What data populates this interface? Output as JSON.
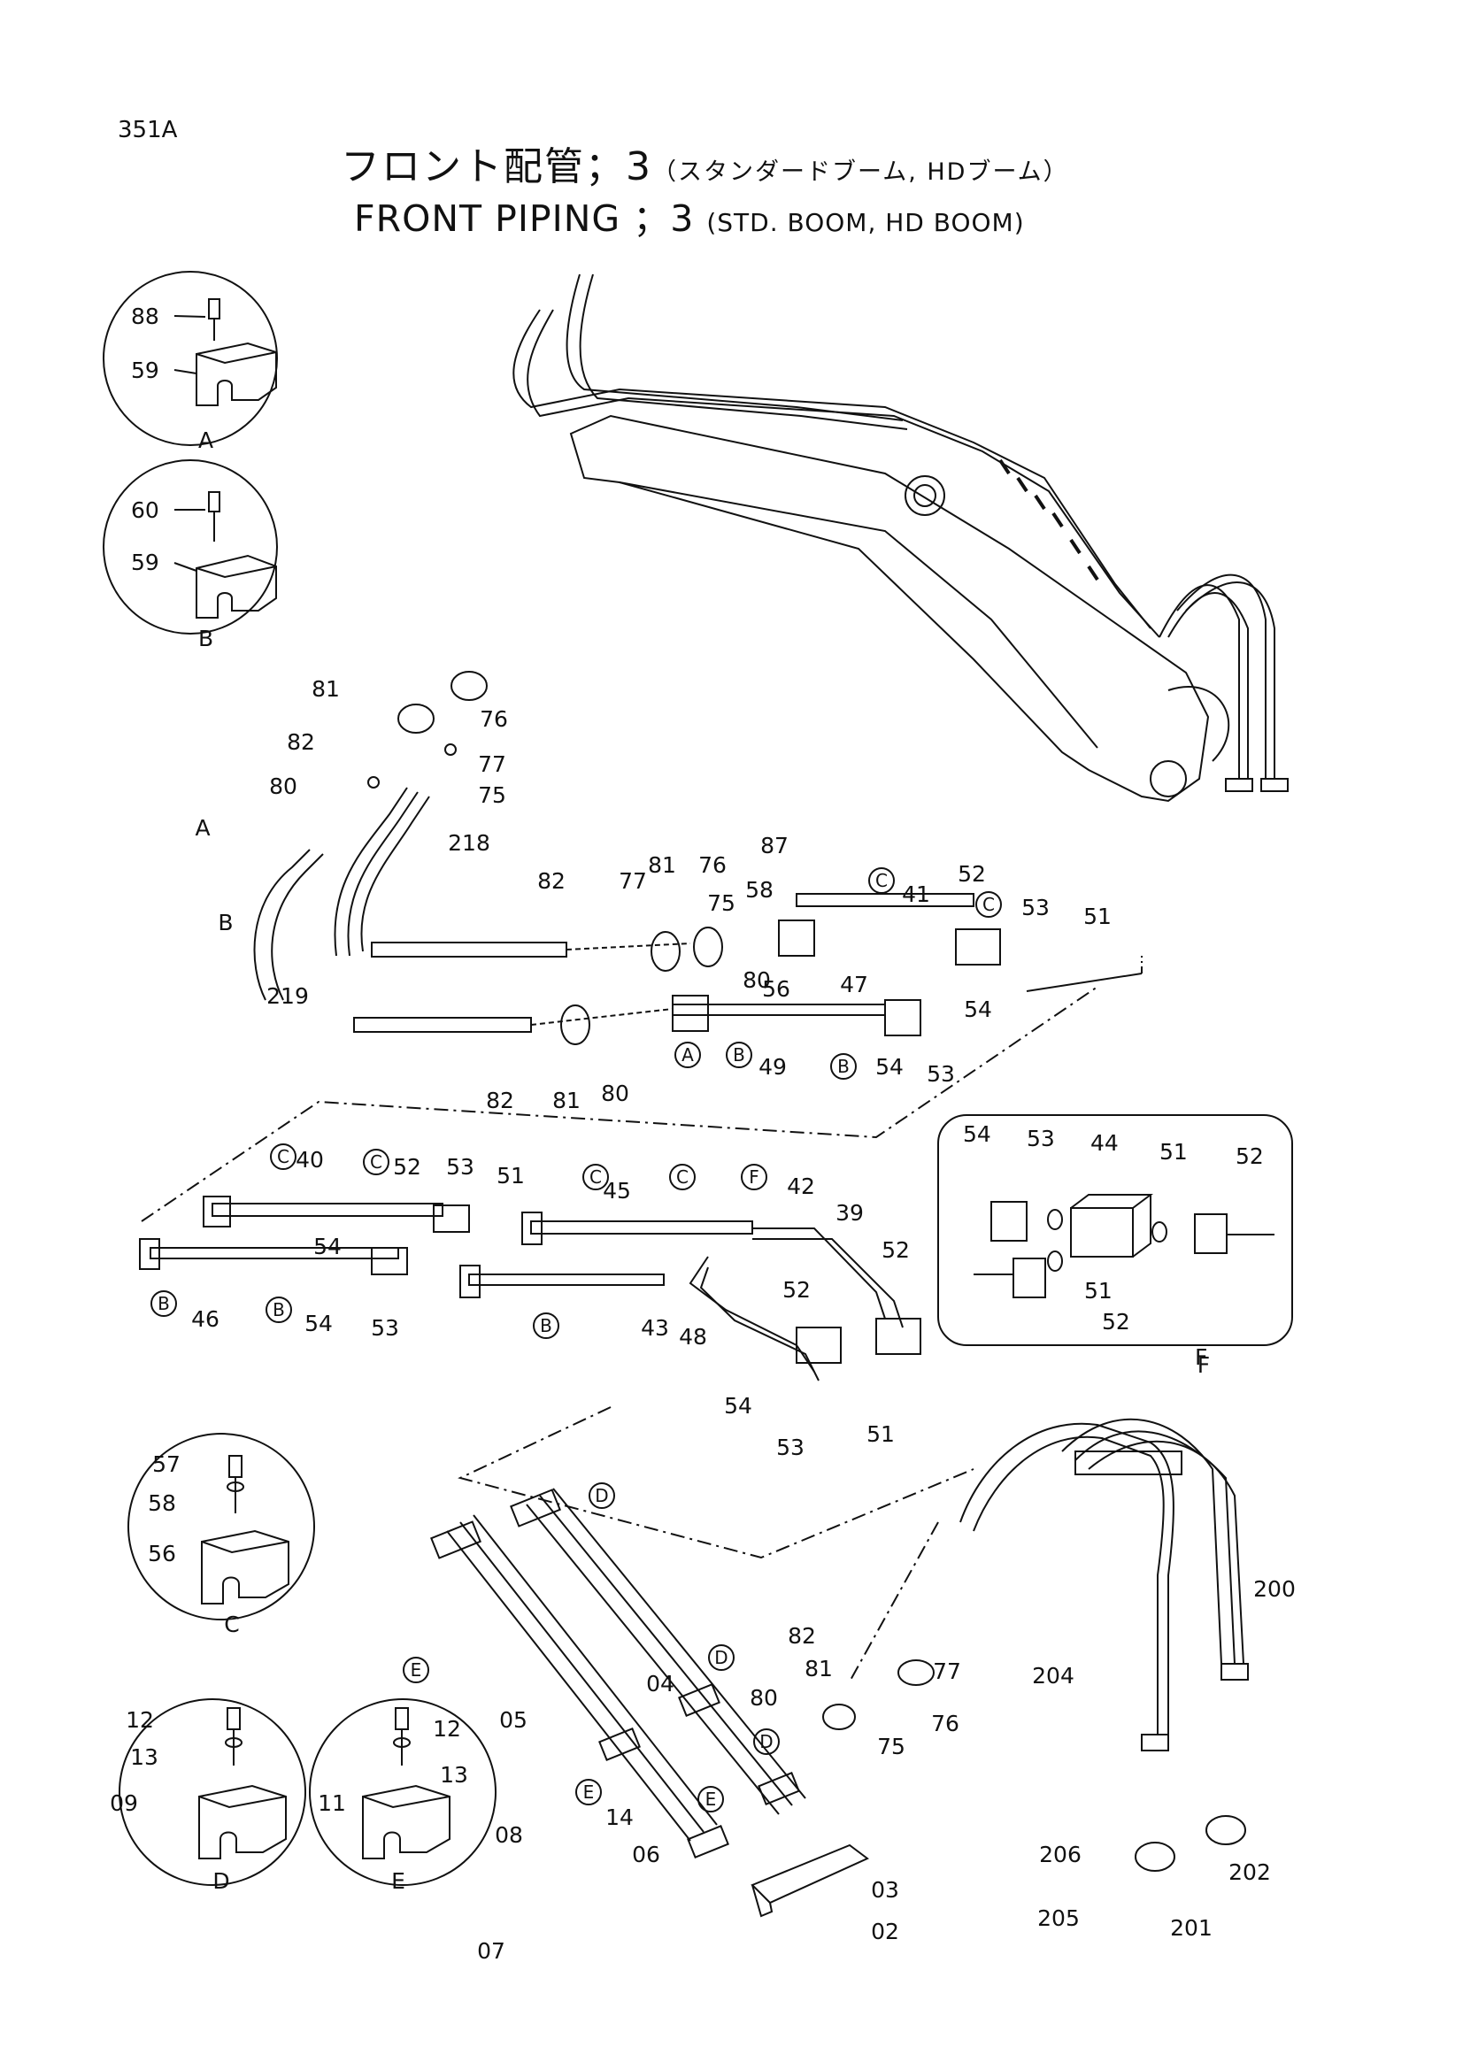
{
  "page": "351A",
  "title_jp": "フロント配管；3",
  "title_jp_sub": "（スタンダードブーム, HDブーム）",
  "title_en": "FRONT PIPING ；3",
  "title_en_sub": "(STD. BOOM, HD BOOM)",
  "details": [
    {
      "letter": "A",
      "parts": [
        "88",
        "59"
      ]
    },
    {
      "letter": "B",
      "parts": [
        "60",
        "59"
      ]
    },
    {
      "letter": "C",
      "parts": [
        "57",
        "58",
        "56"
      ]
    },
    {
      "letter": "D",
      "parts": [
        "12",
        "13",
        "09"
      ]
    },
    {
      "letter": "E",
      "parts": [
        "12",
        "13",
        "11"
      ]
    },
    {
      "letter": "F",
      "parts": [
        "54",
        "53",
        "44",
        "51",
        "52",
        "51",
        "52"
      ]
    }
  ],
  "callouts": [
    "81",
    "76",
    "82",
    "77",
    "80",
    "75",
    "218",
    "87",
    "82",
    "77",
    "81",
    "76",
    "58",
    "C",
    "41",
    "52",
    "C",
    "53",
    "51",
    "75",
    "80",
    "56",
    "47",
    "54",
    "219",
    "A",
    "B",
    "49",
    "B",
    "54",
    "53",
    "82",
    "81",
    "80",
    "C",
    "40",
    "C",
    "52",
    "53",
    "51",
    "54",
    "B",
    "46",
    "B",
    "54",
    "53",
    "C",
    "45",
    "C",
    "F",
    "42",
    "39",
    "52",
    "52",
    "43",
    "48",
    "B",
    "54",
    "53",
    "51",
    "57",
    "58",
    "56",
    "D",
    "E",
    "04",
    "D",
    "05",
    "82",
    "81",
    "77",
    "80",
    "76",
    "75",
    "D",
    "E",
    "E",
    "14",
    "06",
    "08",
    "03",
    "07",
    "02",
    "200",
    "204",
    "202",
    "206",
    "205",
    "201",
    "12",
    "13",
    "09",
    "12",
    "13",
    "11",
    "D",
    "E",
    "C",
    "A",
    "B",
    "F"
  ]
}
